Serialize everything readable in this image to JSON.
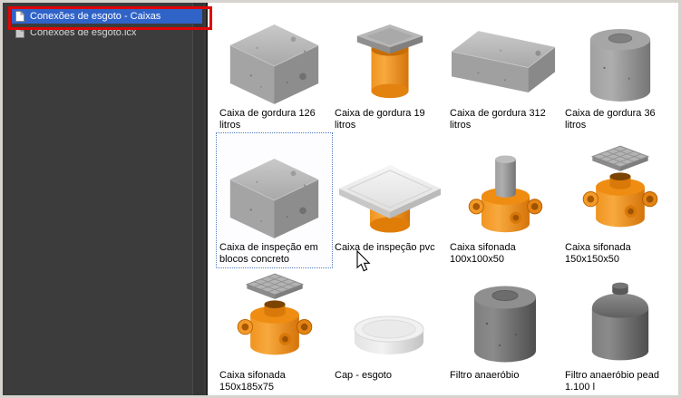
{
  "sidebar": {
    "items": [
      {
        "label": "Conexões de esgoto - Caixas",
        "selected": true,
        "annotated": true
      },
      {
        "label": "Conexões de esgoto.lcx",
        "selected": false
      }
    ]
  },
  "library": {
    "items": [
      {
        "label": "Caixa de gordura 126 litros",
        "icon": "concrete-cube"
      },
      {
        "label": "Caixa de gordura 19 litros",
        "icon": "orange-cylinder-with-plate"
      },
      {
        "label": "Caixa de gordura 312 litros",
        "icon": "concrete-box-wide"
      },
      {
        "label": "Caixa de gordura 36 litros",
        "icon": "gray-cylinder"
      },
      {
        "label": "Caixa de inspeção em blocos concreto",
        "icon": "concrete-cube",
        "selected": true
      },
      {
        "label": "Caixa de inspeção pvc",
        "icon": "pvc-plate"
      },
      {
        "label": "Caixa sifonada 100x100x50",
        "icon": "orange-box-riser"
      },
      {
        "label": "Caixa sifonada 150x150x50",
        "icon": "orange-box-grate"
      },
      {
        "label": "Caixa sifonada 150x185x75",
        "icon": "orange-box-grate"
      },
      {
        "label": "Cap - esgoto",
        "icon": "white-cap"
      },
      {
        "label": "Filtro anaeróbio",
        "icon": "dark-cylinder"
      },
      {
        "label": "Filtro anaeróbio pead 1.100 l",
        "icon": "dome-cylinder"
      }
    ]
  },
  "colors": {
    "selection_blue": "#2F63C8",
    "annotation_red": "#E00404",
    "accent_orange": "#F7941D",
    "sidebar_bg": "#3C3C3C"
  }
}
